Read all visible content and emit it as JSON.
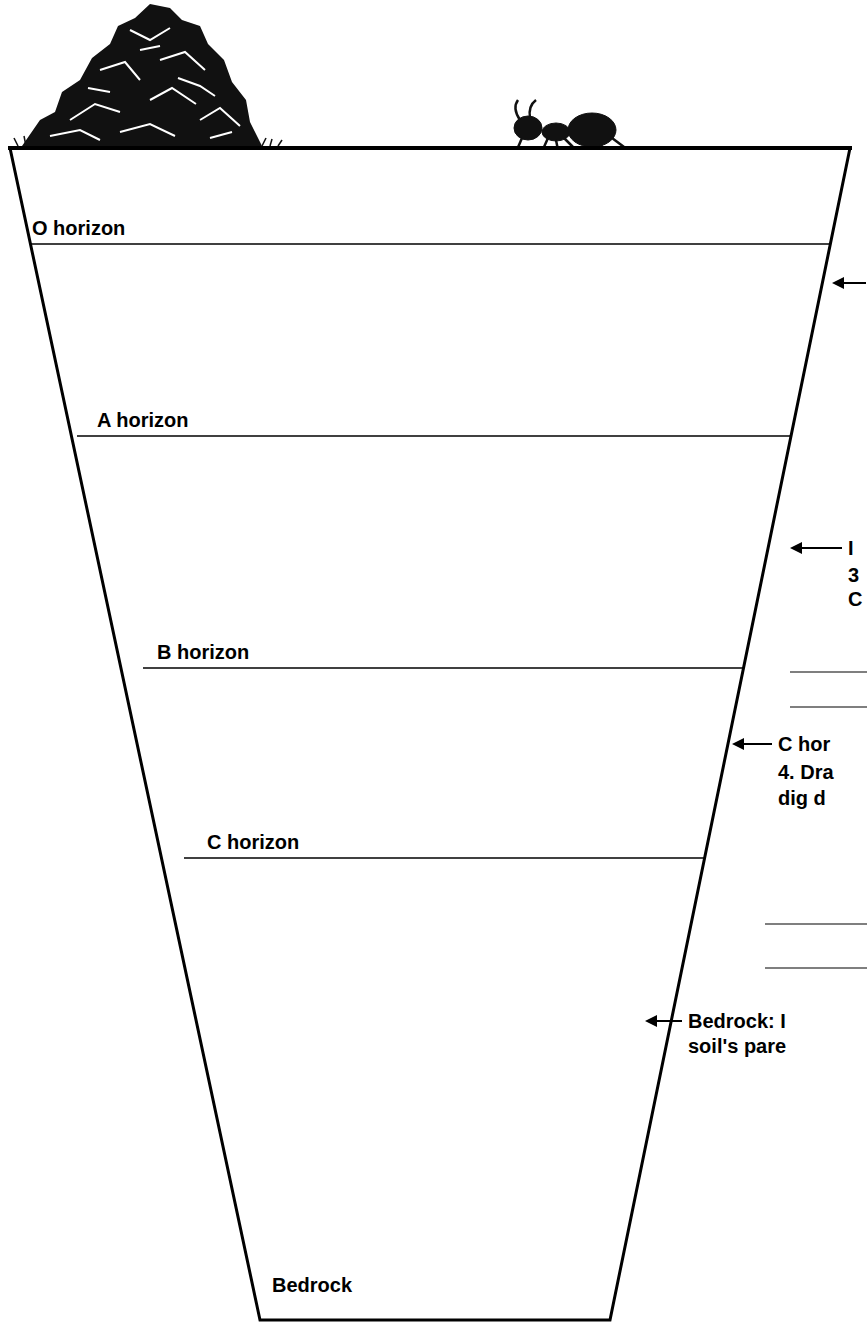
{
  "diagram": {
    "nodes": [
      {
        "text": [
          "O horizon"
        ]
      },
      {
        "text": [
          "A horizon"
        ]
      },
      {
        "text": [
          "B horizon"
        ]
      },
      {
        "text": [
          "C horizon"
        ]
      },
      {
        "text": [
          "Bedrock"
        ]
      }
    ],
    "labels": [
      "I",
      "3",
      "C",
      "C hor",
      "4. Dra",
      "dig d",
      "Bedrock: I",
      "soil's pare"
    ]
  }
}
